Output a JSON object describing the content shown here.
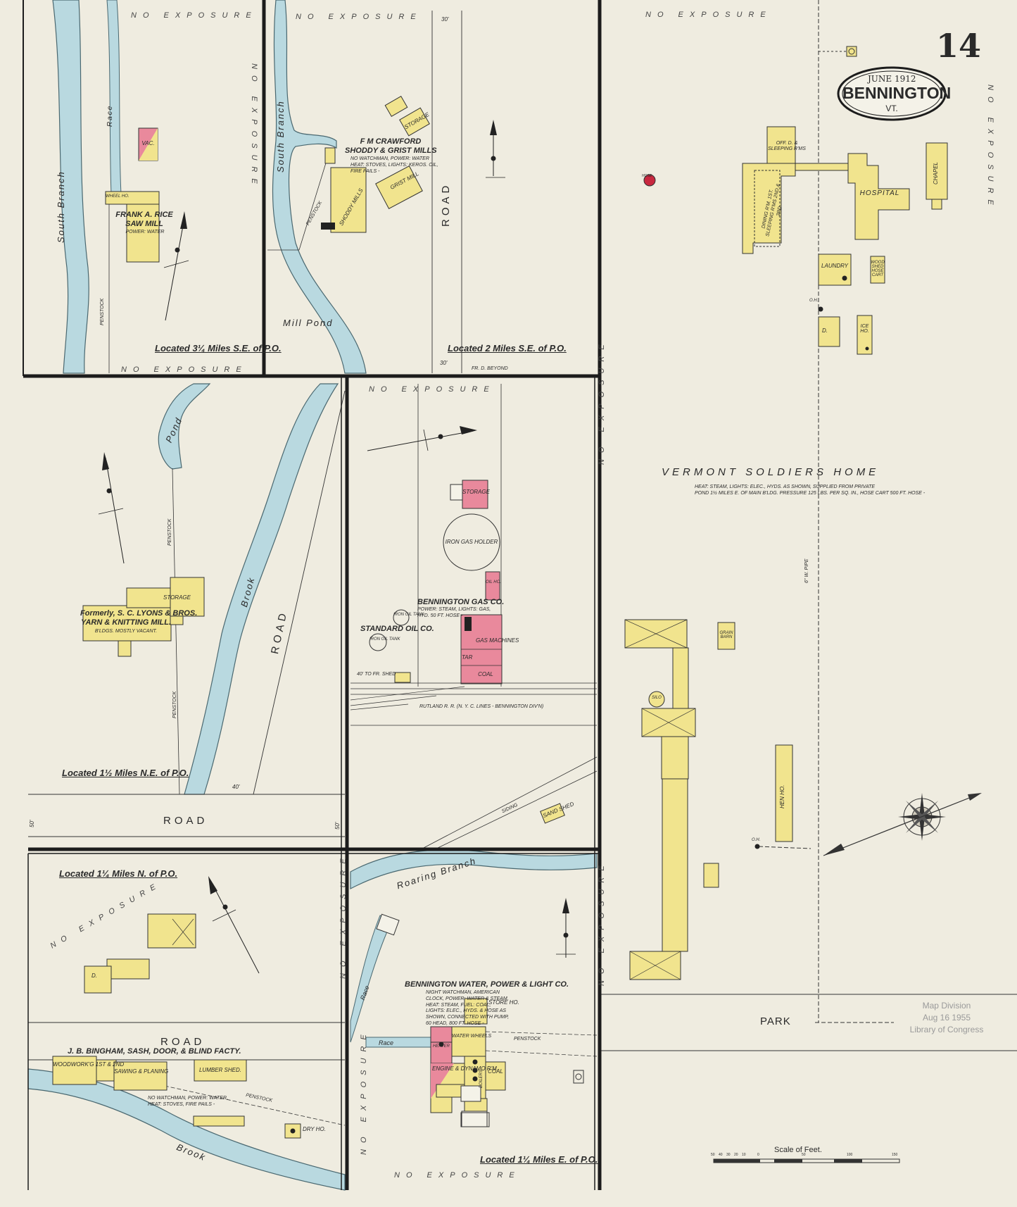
{
  "sheet": {
    "number": "14",
    "date": "JUNE 1912",
    "town": "BENNINGTON",
    "state": "VT.",
    "library_stamp": [
      "Map Division",
      "Aug 16 1955",
      "Library of Congress"
    ]
  },
  "colors": {
    "paper": "#efece0",
    "frame_wood": "#f1e48e",
    "brick": "#e9899c",
    "water": "#b9d9e0",
    "line": "#2a2a2a"
  },
  "exposure_text": "NO EXPOSURE",
  "panels": {
    "rice": {
      "business": "FRANK A. RICE",
      "business_type": "SAW MILL",
      "power": "POWER: WATER",
      "location": "Located 3¼ Miles S.E. of P.O.",
      "water": "South Branch",
      "race": "Race",
      "penstock": "PENSTOCK",
      "vac": "VAC.",
      "wheel": "WHEEL HO."
    },
    "crawford": {
      "business": "F M CRAWFORD",
      "business_type": "SHODDY & GRIST MILLS",
      "notes": [
        "NO WATCHMAN, POWER: WATER",
        "HEAT: STOVES, LIGHTS: KEROS. OIL,",
        "FIRE PAILS -"
      ],
      "storage": "STORAGE",
      "grist": "GRIST MILL",
      "shoddy": "SHODDY MILLS",
      "water": "South Branch",
      "pond": "Mill Pond",
      "road": "ROAD",
      "location": "Located 2 Miles S.E. of P.O.",
      "beyond": "FR. D. BEYOND",
      "width_label": "30'",
      "penstock": "PENSTOCK"
    },
    "lyons": {
      "business": "Formerly, S. C. LYONS & BROS.",
      "business_type": "YARN & KNITTING MILL.",
      "note": "B'LDGS. MOSTLY VACANT.",
      "storage": "STORAGE",
      "pond": "Pond",
      "brook": "Brook",
      "road": "ROAD",
      "road_bottom": "ROAD",
      "location": "Located 1½ Miles N.E. of P.O.",
      "penstock": "PENSTOCK",
      "width_label": "40'",
      "width_label_2": "50'"
    },
    "gas": {
      "business": "BENNINGTON GAS CO.",
      "notes": [
        "POWER: STEAM, LIGHTS: GAS,",
        "HYD. 50 FT. HOSE -"
      ],
      "storage": "STORAGE",
      "holder": "IRON GAS HOLDER",
      "oil": "OIL HO.",
      "machine": "GAS MACHINES",
      "coal": "COAL",
      "tar": "TAR",
      "standard": "STANDARD OIL CO.",
      "tank": "IRON OIL TANK",
      "shed": "40' TO FR. SHED",
      "railroad": "RUTLAND R. R. (N. Y. C. LINES - BENNINGTON DIV'N)",
      "siding": "SIDING",
      "sand": "SAND SHED"
    },
    "bingham": {
      "business": "J. B. BINGHAM, SASH, DOOR, & BLIND FACTY.",
      "location": "Located 1¼ Miles N. of P.O.",
      "woodwork": "WOODWORK'G 1ST & 2ND",
      "sawing": "SAWING & PLANING",
      "lumber": "LUMBER SHED.",
      "notes": [
        "NO WATCHMAN, POWER: WATER,",
        "HEAT: STOVES, FIRE PAILS -"
      ],
      "dry": "DRY HO.",
      "road": "ROAD",
      "brook": "Brook",
      "penstock": "PENSTOCK",
      "d": "D."
    },
    "water_power": {
      "business": "BENNINGTON WATER, POWER & LIGHT CO.",
      "notes": [
        "NIGHT WATCHMAN, AMERICAN",
        "CLOCK, POWER: WATER & STEAM,",
        "HEAT: STEAM, FUEL: COAL,",
        "LIGHTS: ELEC., HYDS. & HOSE AS",
        "SHOWN, CONNECTED WITH PUMP,",
        "60 HEAD, 800 FT. HOSE -"
      ],
      "store": "STORE HO.",
      "engine": "ENGINE & DYNAMO R'M.",
      "coal": "COAL",
      "boilers": "BOILERS",
      "heater": "HEATER",
      "wheels": "WATER WHEELS",
      "water": "Roaring Branch",
      "race": "Race",
      "penstock": "PENSTOCK",
      "location": "Located 1¼ Miles E. of P.O."
    },
    "soldiers_home": {
      "name": "VERMONT SOLDIERS HOME",
      "notes": [
        "HEAT: STEAM, LIGHTS: ELEC., HYDS. AS SHOWN, SUPPLIED FROM PRIVATE",
        "POND 1½ MILES E. OF MAIN B'LDG. PRESSURE 125 LBS. PER SQ. IN., HOSE CART 500 FT. HOSE -"
      ],
      "hospital": "HOSPITAL",
      "chapel": "CHAPEL",
      "dining": "DINING R'M. 1ST. SLEEPING R'MS 2ND & 3RD",
      "office": "OFF. D. & SLEEPING R'MS",
      "laundry": "LAUNDRY",
      "wood_shed": "WOOD SHED HOSE CART",
      "ice": "ICE HO.",
      "grain": "GRAIN BARN",
      "hen": "HEN HO.",
      "silo": "SILO",
      "hose": "HOSE",
      "park": "PARK",
      "pipe": "6\" W. PIPE",
      "oh": "O.H.",
      "d": "D."
    }
  },
  "scale": {
    "title": "Scale of Feet.",
    "ticks": [
      "50",
      "40",
      "30",
      "20",
      "10",
      "0",
      "50",
      "100",
      "150"
    ]
  }
}
